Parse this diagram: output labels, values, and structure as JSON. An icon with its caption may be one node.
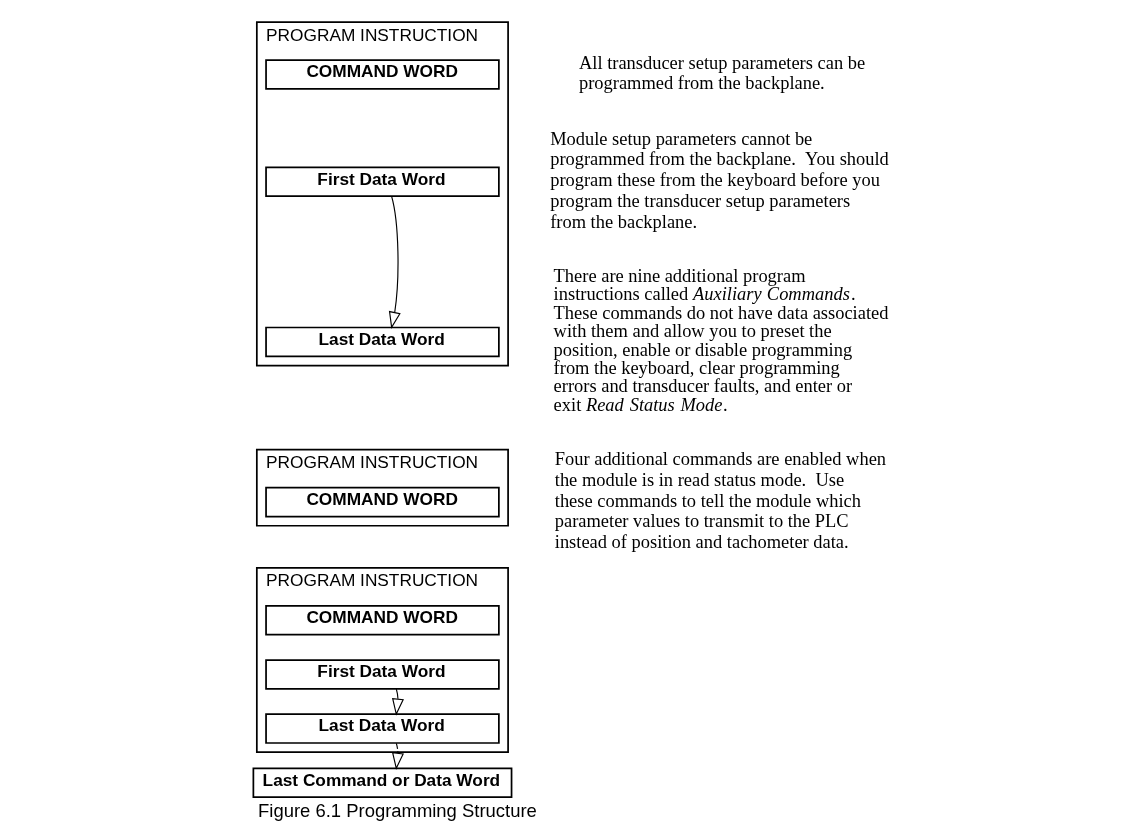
{
  "diagram": {
    "caption": "Figure 6.1 Programming Structure",
    "nodes": [
      {
        "text": [
          "PROGRAM INSTRUCTION"
        ]
      },
      {
        "text": [
          "COMMAND WORD"
        ],
        "in": 0
      },
      {
        "text": [
          "First Data Word"
        ],
        "in": 0
      },
      {
        "text": [
          "Last Data Word"
        ],
        "in": 0
      },
      {
        "text": [
          "PROGRAM INSTRUCTION"
        ]
      },
      {
        "text": [
          "COMMAND WORD"
        ],
        "in": 4
      },
      {
        "text": [
          "PROGRAM INSTRUCTION"
        ]
      },
      {
        "text": [
          "COMMAND WORD"
        ],
        "in": 6
      },
      {
        "text": [
          "First Data Word"
        ],
        "in": 6
      },
      {
        "text": [
          "Last Data Word"
        ],
        "in": 6
      },
      {
        "text": [
          "Last Command or Data Word"
        ]
      }
    ],
    "edges": [
      {
        "from": 2,
        "to": 3,
        "arrow": "to"
      },
      {
        "from": 8,
        "to": 9,
        "arrow": "to"
      },
      {
        "from": 9,
        "to": 10,
        "arrow": "to",
        "style": "dashed"
      }
    ],
    "labels": [
      "All transducer setup parameters can be programmed from the backplane.",
      "Module setup parameters cannot be programmed from the backplane.  You should program these from the keyboard before you program the transducer setup parameters from the backplane.",
      "There are nine additional program instructions called *Auxiliary Commands*.  These commands do not have data associated with them and allow you to preset the position, enable or disable programming from the keyboard, clear programming errors and transducer faults, and enter or exit *Read Status Mode*.",
      "Four additional commands are enabled when the module is in read status mode.  Use these commands to tell the module which parameter values to transmit to the PLC instead of position and tachometer data."
    ]
  }
}
